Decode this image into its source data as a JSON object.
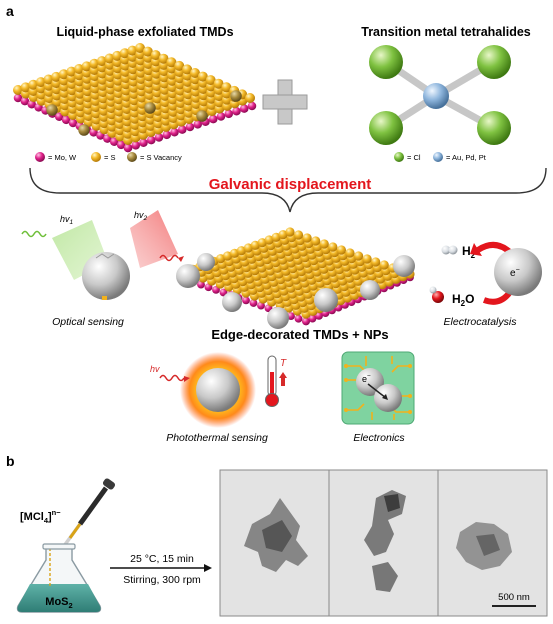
{
  "panel_a": {
    "label": "a",
    "left_title": "Liquid-phase exfoliated TMDs",
    "right_title": "Transition metal tetrahalides",
    "legend_left": [
      {
        "text": "= Mo, W",
        "color": "#e0218a"
      },
      {
        "text": "= S",
        "color": "#f2b21c"
      },
      {
        "text": "= S Vacancy",
        "color": "#a88b3e"
      }
    ],
    "legend_right": [
      {
        "text": "= Cl",
        "color": "#7fc241"
      },
      {
        "text": "= Au, Pd, Pt",
        "color": "#8fb6dd"
      }
    ],
    "plus_sign": "+",
    "reaction_label": "Galvanic displacement",
    "center_label": "Edge-decorated TMDs + NPs",
    "optical": {
      "caption": "Optical sensing",
      "hv1": "hv",
      "hv1_sub": "1",
      "hv2": "hv",
      "hv2_sub": "2"
    },
    "electro": {
      "caption": "Electrocatalysis",
      "h2": "H",
      "h2_sub": "2",
      "h2o_pre": "H",
      "h2o_sub": "2",
      "h2o_post": "O",
      "electron": "e",
      "electron_sup": "−"
    },
    "photo": {
      "caption": "Photothermal sensing",
      "hv": "hv",
      "temp": "T"
    },
    "elec": {
      "caption": "Electronics",
      "electron": "e",
      "electron_sup": "−"
    }
  },
  "panel_b": {
    "label": "b",
    "precursor": "[MCl",
    "precursor_sub": "4",
    "precursor_post": "]",
    "precursor_sup": "n−",
    "flask_label": "MoS",
    "flask_sub": "2",
    "condition_top": "25 °C, 15 min",
    "condition_bottom": "Stirring, 300 rpm",
    "scale_bar": "500 nm"
  },
  "colors": {
    "red": "#e3161d",
    "sulfur": "#f2b21c",
    "metal": "#e0218a",
    "chlorine": "#7fc241",
    "center_metal": "#8fb6dd",
    "flask_liquid": "#3a8f86",
    "tem_bg": "#e3e3e3"
  }
}
